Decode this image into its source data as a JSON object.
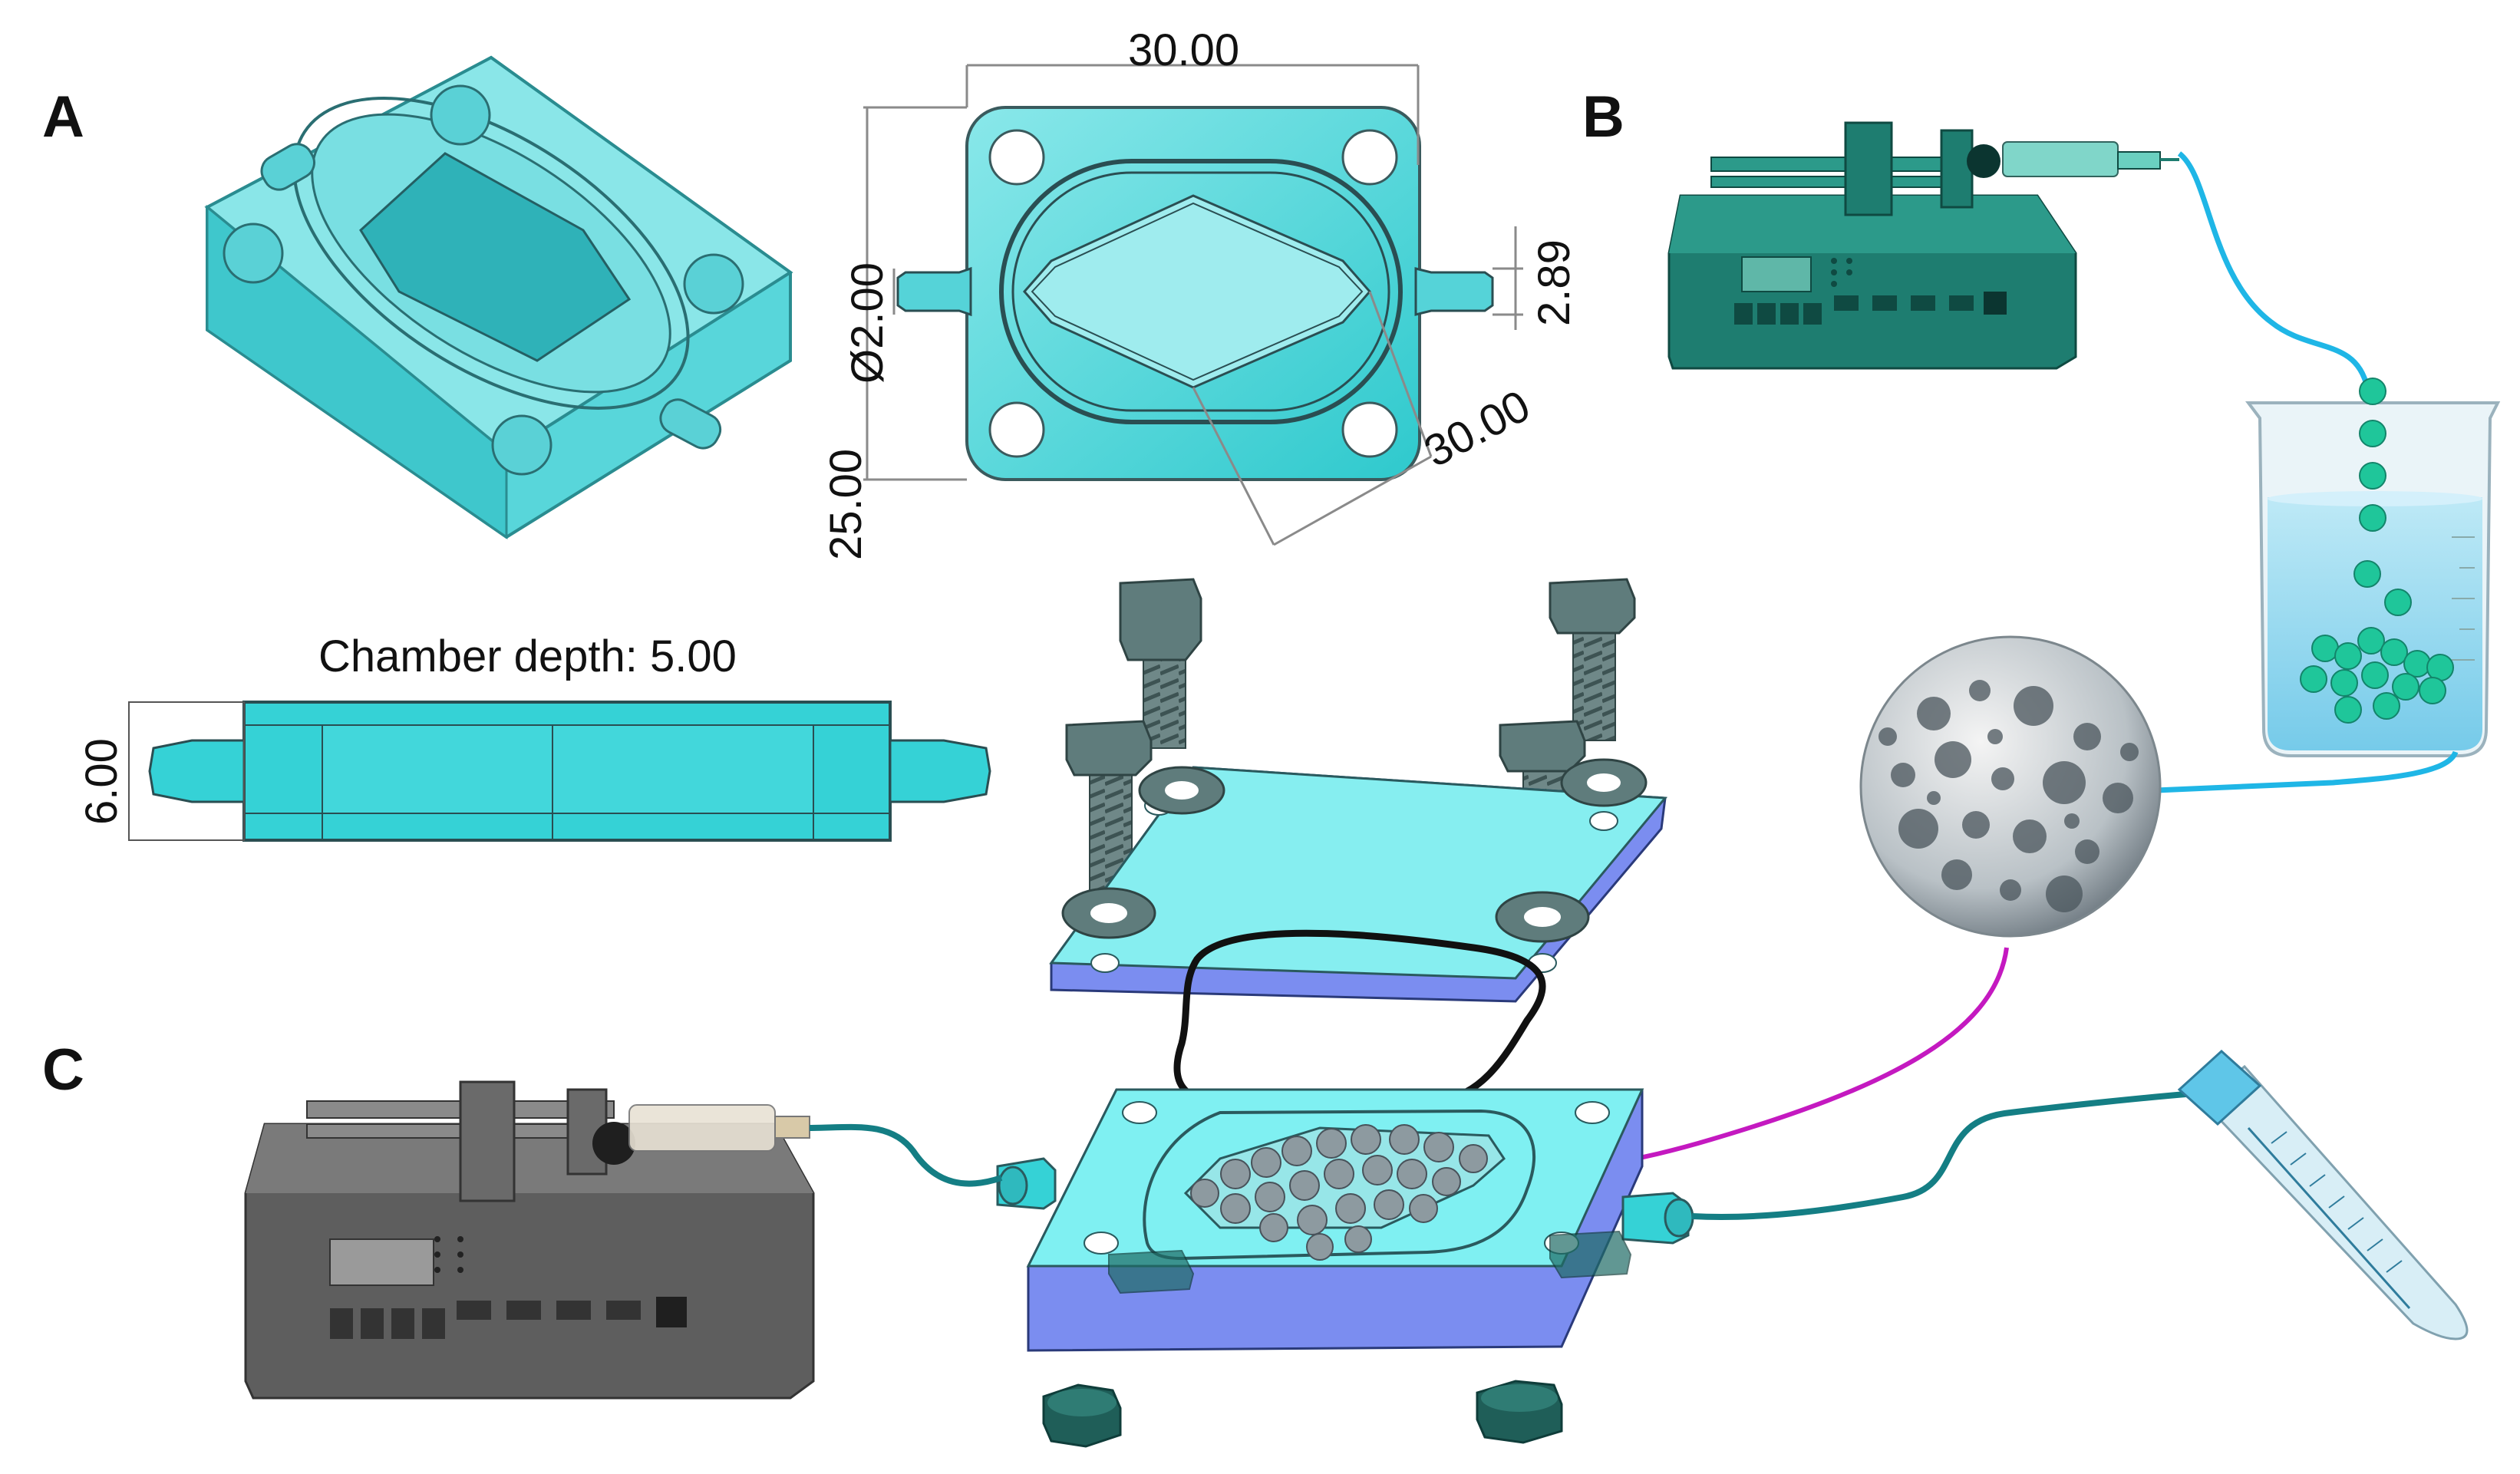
{
  "panels": {
    "a": "A",
    "b": "B",
    "c": "C"
  },
  "dimensions": {
    "top_width": "30.00",
    "bore_diameter": "Ø2.00",
    "outer_height": "25.00",
    "nozzle_offset": "2.89",
    "diagonal": "30.00",
    "chamber_depth": "Chamber depth: 5.00",
    "side_height": "6.00"
  },
  "colors": {
    "chip_cyan": "#35d2d6",
    "chip_cyan_light": "#7de4e6",
    "base_blue": "#7b8df0",
    "pump_teal": "#1e7d70",
    "pump_gray": "#5e5e5e",
    "tube_light_blue": "#1fb6e6",
    "tube_dark_teal": "#147e84",
    "arrow_magenta": "#c419c0",
    "bead_green": "#1fc69a",
    "bolt_gray": "#5f7c7c"
  },
  "icons": {
    "syringe_pump_b": "syringe-pump-icon",
    "beaker": "beaker-icon",
    "bead": "porous-bead-icon",
    "syringe_pump_c": "syringe-pump-icon",
    "centrifuge_tube": "centrifuge-tube-icon"
  }
}
